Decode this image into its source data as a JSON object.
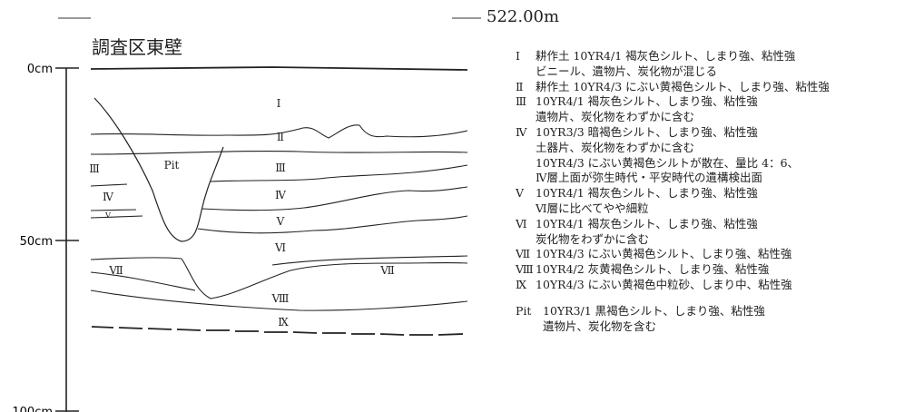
{
  "diagram": {
    "title": "調査区東壁",
    "elevation": "522.00m",
    "scale": [
      {
        "label": "0cm"
      },
      {
        "label": "50cm"
      },
      {
        "label": "100cm"
      }
    ],
    "section_labels": [
      "Ⅰ",
      "Ⅱ",
      "Ⅲ",
      "Ⅳ",
      "Ⅴ",
      "Ⅵ",
      "Ⅶ",
      "Ⅷ",
      "Ⅸ",
      "Pit"
    ]
  },
  "legend": [
    {
      "key": "Ⅰ",
      "lines": [
        "耕作土 10YR4/1 褐灰色シルト、しまり強、粘性強",
        "ビニール、遺物片、炭化物が混じる"
      ]
    },
    {
      "key": "Ⅱ",
      "lines": [
        "耕作土 10YR4/3 にぶい黄褐色シルト、しまり強、粘性強"
      ]
    },
    {
      "key": "Ⅲ",
      "lines": [
        "10YR4/1 褐灰色シルト、しまり強、粘性強",
        "遺物片、炭化物をわずかに含む"
      ]
    },
    {
      "key": "Ⅳ",
      "lines": [
        "10YR3/3 暗褐色シルト、しまり強、粘性強",
        "土器片、炭化物をわずかに含む",
        "10YR4/3 にぶい黄褐色シルトが散在、量比 4：6、",
        "Ⅳ層上面が弥生時代・平安時代の遺構検出面"
      ]
    },
    {
      "key": "Ⅴ",
      "lines": [
        "10YR4/1 褐灰色シルト、しまり強、粘性強",
        "Ⅵ層に比べてやや細粒"
      ]
    },
    {
      "key": "Ⅵ",
      "lines": [
        "10YR4/1 褐灰色シルト、しまり強、粘性強",
        "炭化物をわずかに含む"
      ]
    },
    {
      "key": "Ⅶ",
      "lines": [
        "10YR4/3 にぶい黄褐色シルト、しまり強、粘性強"
      ]
    },
    {
      "key": "Ⅷ",
      "lines": [
        "10YR4/2 灰黄褐色シルト、しまり強、粘性強"
      ]
    },
    {
      "key": "Ⅸ",
      "lines": [
        "10YR4/3 にぶい黄褐色中粒砂、しまり中、粘性強"
      ]
    },
    {
      "key": "Pit",
      "lines": [
        "10YR3/1 黒褐色シルト、しまり強、粘性強",
        "遺物片、炭化物を含む"
      ],
      "gap_before": true
    }
  ]
}
